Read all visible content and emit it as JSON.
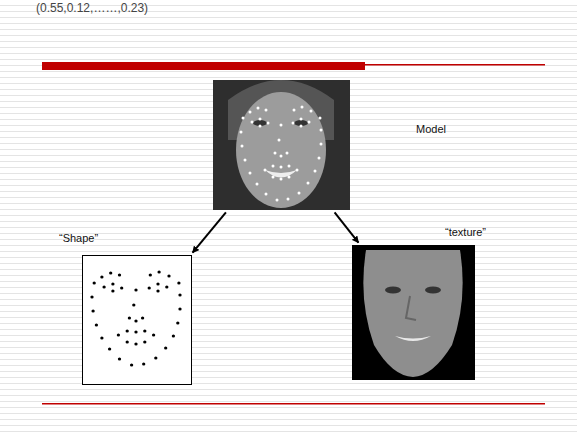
{
  "diagram": {
    "nodes": [
      {
        "text": [
          "Model"
        ]
      },
      {
        "text": [
          "“Shape”"
        ]
      },
      {
        "text": [
          "“texture”"
        ]
      }
    ],
    "edges": [
      {
        "from": 0,
        "to": 1,
        "arrow": "to"
      },
      {
        "from": 0,
        "to": 2,
        "arrow": "to"
      }
    ],
    "labels": [
      "(0.55,0.12,……,0.23)"
    ]
  }
}
